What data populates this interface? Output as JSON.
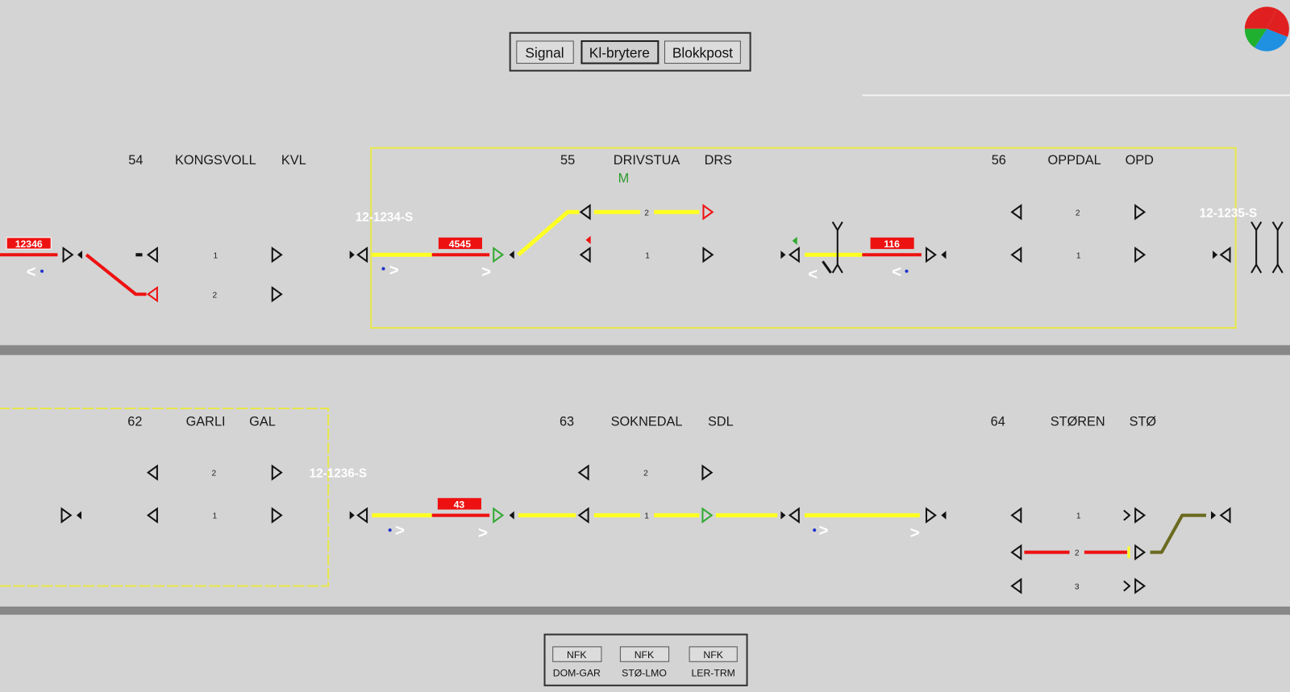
{
  "toolbar": {
    "buttons": [
      "Signal",
      "Kl-brytere",
      "Blokkpost"
    ],
    "active": "Kl-brytere"
  },
  "status_icon": "pie-status-icon",
  "colors": {
    "background": "#d4d4d4",
    "occupied": "#ee1111",
    "route": "#ffff22",
    "track": "#111111",
    "signal_go": "#33aa33",
    "frame": "#e8e84a"
  },
  "top_row": {
    "stations": [
      {
        "number": "54",
        "name": "KONGSVOLL",
        "code": "KVL"
      },
      {
        "number": "55",
        "name": "DRIVSTUA",
        "code": "DRS",
        "mark": "M"
      },
      {
        "number": "56",
        "name": "OPPDAL",
        "code": "OPD"
      }
    ],
    "section_labels": [
      "12-1234-S",
      "12-1235-S"
    ],
    "trains": [
      "12346",
      "4545",
      "116"
    ],
    "track_numbers": [
      "1",
      "2"
    ]
  },
  "bottom_row": {
    "stations": [
      {
        "number": "62",
        "name": "GARLI",
        "code": "GAL"
      },
      {
        "number": "63",
        "name": "SOKNEDAL",
        "code": "SDL"
      },
      {
        "number": "64",
        "name": "STØREN",
        "code": "STØ"
      }
    ],
    "section_labels": [
      "12-1236-S"
    ],
    "trains": [
      "43"
    ],
    "track_numbers": [
      "1",
      "2",
      "3"
    ]
  },
  "nfk_panel": {
    "buttons": [
      {
        "label": "NFK",
        "caption": "DOM-GAR"
      },
      {
        "label": "NFK",
        "caption": "STØ-LMO"
      },
      {
        "label": "NFK",
        "caption": "LER-TRM"
      }
    ]
  }
}
